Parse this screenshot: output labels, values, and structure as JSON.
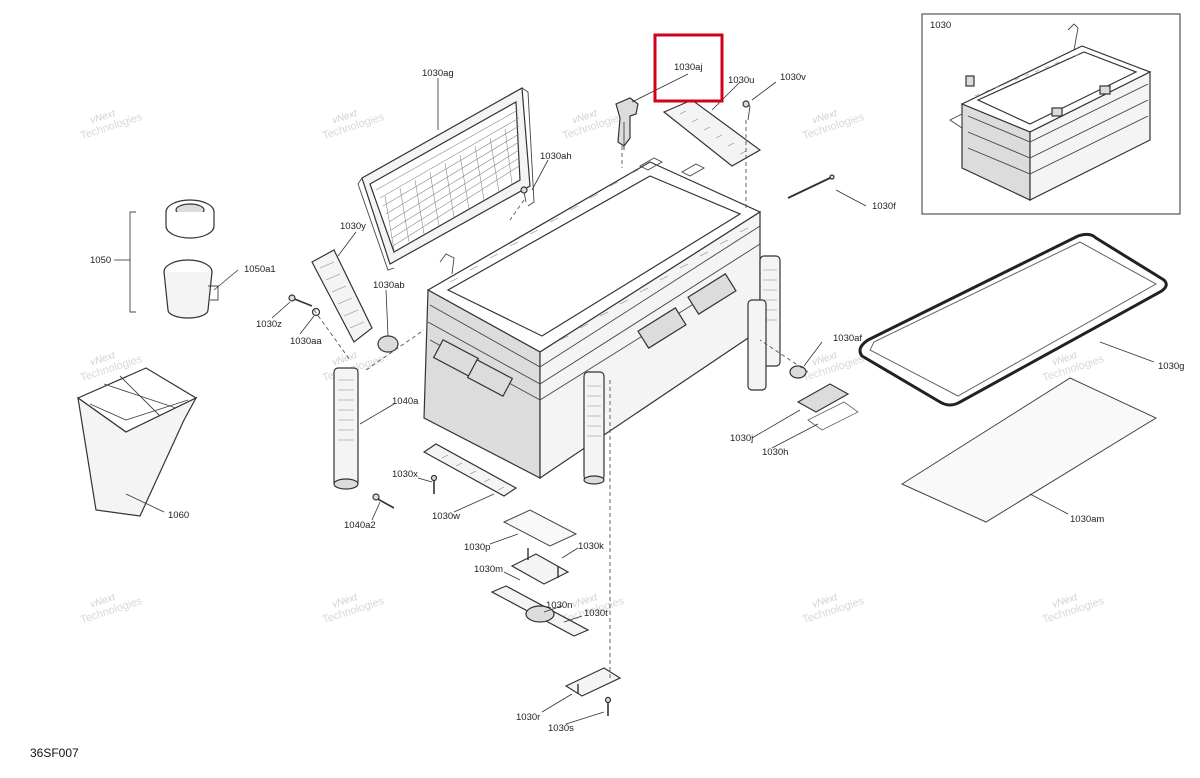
{
  "diagram": {
    "code": "36SF007",
    "highlight_color": "#d0021b",
    "watermark": {
      "line1": "vNext",
      "line2": "Technologies"
    },
    "labels": {
      "p1030": "1030",
      "p1030aj": "1030aj",
      "p1030u": "1030u",
      "p1030v": "1030v",
      "p1030ag": "1030ag",
      "p1030ah": "1030ah",
      "p1030f": "1030f",
      "p1030y": "1030y",
      "p1050": "1050",
      "p1050a1": "1050a1",
      "p1030z": "1030z",
      "p1030aa": "1030aa",
      "p1030ab": "1030ab",
      "p1030af": "1030af",
      "p1030g": "1030g",
      "p1040a": "1040a",
      "p1030j": "1030j",
      "p1030h": "1030h",
      "p1030x": "1030x",
      "p1030w": "1030w",
      "p1040a2": "1040a2",
      "p1060": "1060",
      "p1030am": "1030am",
      "p1030p": "1030p",
      "p1030k": "1030k",
      "p1030m": "1030m",
      "p1030n": "1030n",
      "p1030t": "1030t",
      "p1030r": "1030r",
      "p1030s": "1030s"
    }
  }
}
